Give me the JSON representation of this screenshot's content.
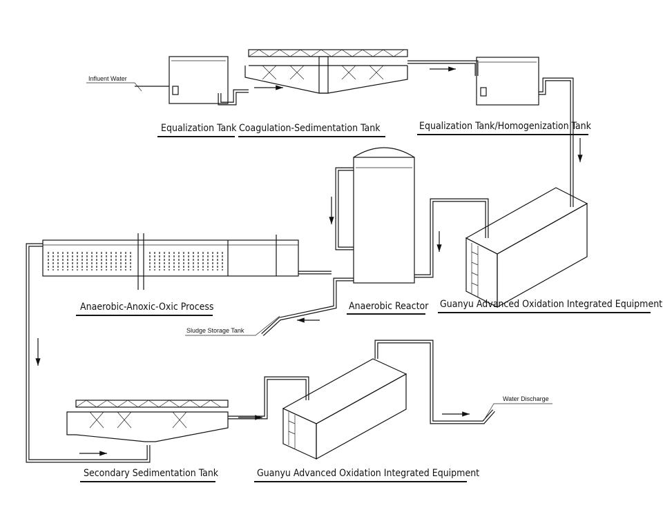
{
  "labels": {
    "influent_water": "Influent Water",
    "equalization_tank": "Equalization Tank",
    "coagulation_sedimentation_tank": "Coagulation-Sedimentation Tank",
    "equalization_homogenization_tank": "Equalization Tank/Homogenization Tank",
    "aao_process": "Anaerobic-Anoxic-Oxic Process",
    "anaerobic_reactor": "Anaerobic Reactor",
    "guanyu_equipment_1": "Guanyu Advanced Oxidation Integrated Equipment",
    "sludge_storage_tank": "Sludge Storage Tank",
    "secondary_sedimentation_tank": "Secondary Sedimentation Tank",
    "guanyu_equipment_2": "Guanyu Advanced Oxidation Integrated Equipment",
    "water_discharge": "Water Discharge"
  },
  "colors": {
    "line": "#111111",
    "background": "#ffffff"
  }
}
